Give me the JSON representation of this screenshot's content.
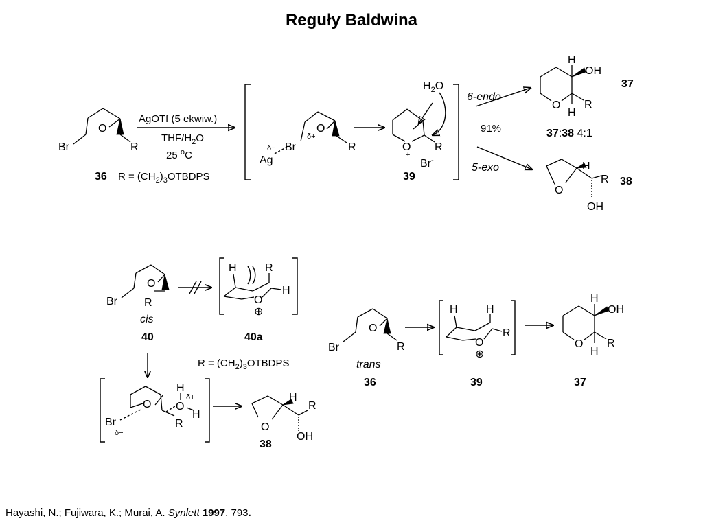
{
  "title": "Reguły Baldwina",
  "atoms": {
    "br": "Br",
    "o": "O",
    "r": "R",
    "h": "H",
    "oh": "OH",
    "ag": "Ag",
    "oxygen_h": "O",
    "water_h": "H",
    "water_sub": "2",
    "water_o": "O",
    "br_anion": "Br",
    "minus": "-",
    "plus": "+",
    "delta_plus": "δ+",
    "delta_minus": "δ−",
    "cation": "⊕"
  },
  "conditions": {
    "reagent": "AgOTf (5 ekwiw.)",
    "solvent_a": "THF/H",
    "solvent_sub": "2",
    "solvent_b": "O",
    "temp_a": "25 ",
    "temp_sup": "o",
    "temp_b": "C",
    "r_def_a": "R = (CH",
    "r_def_sub1": "2",
    "r_def_b": ")",
    "r_def_sub2": "3",
    "r_def_c": "OTBDPS"
  },
  "paths": {
    "endo": "6-endo",
    "exo": "5-exo",
    "yield": "91%"
  },
  "ratio": {
    "a": "37",
    "sep": ":",
    "b": "38",
    "value": " 4:1"
  },
  "compounds": {
    "c36": "36",
    "c37": "37",
    "c38": "38",
    "c39": "39",
    "c40": "40",
    "c40a": "40a"
  },
  "stereo": {
    "cis": "cis",
    "trans": "trans"
  },
  "reference": {
    "authors": "Hayashi, N.; Fujiwara, K.; Murai, A. ",
    "journal": "Synlett",
    "year": " 1997",
    "pages": ", 793",
    "end": "."
  }
}
